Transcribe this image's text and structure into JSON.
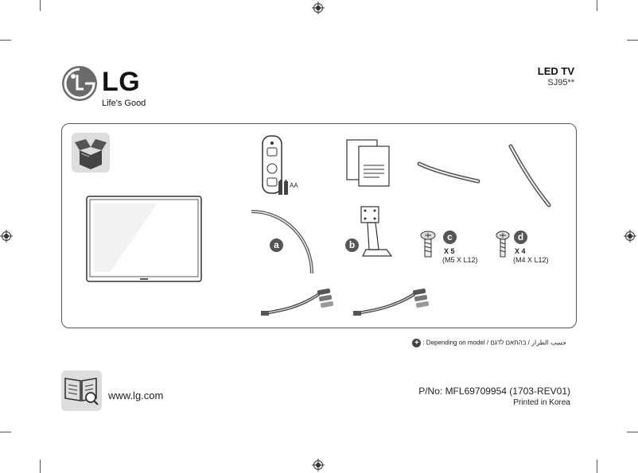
{
  "brand": {
    "name": "LG",
    "tagline": "Life's Good",
    "color": "#a50034"
  },
  "product": {
    "type": "LED TV",
    "model": "SJ95**"
  },
  "accessories": {
    "remote_battery_label": "AA",
    "item_a_letter": "a",
    "item_b_letter": "b",
    "item_c_letter": "c",
    "item_c_qty": "X 5",
    "item_c_spec": "(M5 X L12)",
    "item_d_letter": "d",
    "item_d_qty": "X 4",
    "item_d_spec": "(M4 X L12)"
  },
  "note": {
    "icon": "plus-circle-icon",
    "text": ": Depending on model / حسب الطراز / בהתאם לדגם"
  },
  "footer": {
    "website": "www.lg.com",
    "part_number": "P/No: MFL69709954 (1703-REV01)",
    "printed": "Printed in Korea"
  }
}
